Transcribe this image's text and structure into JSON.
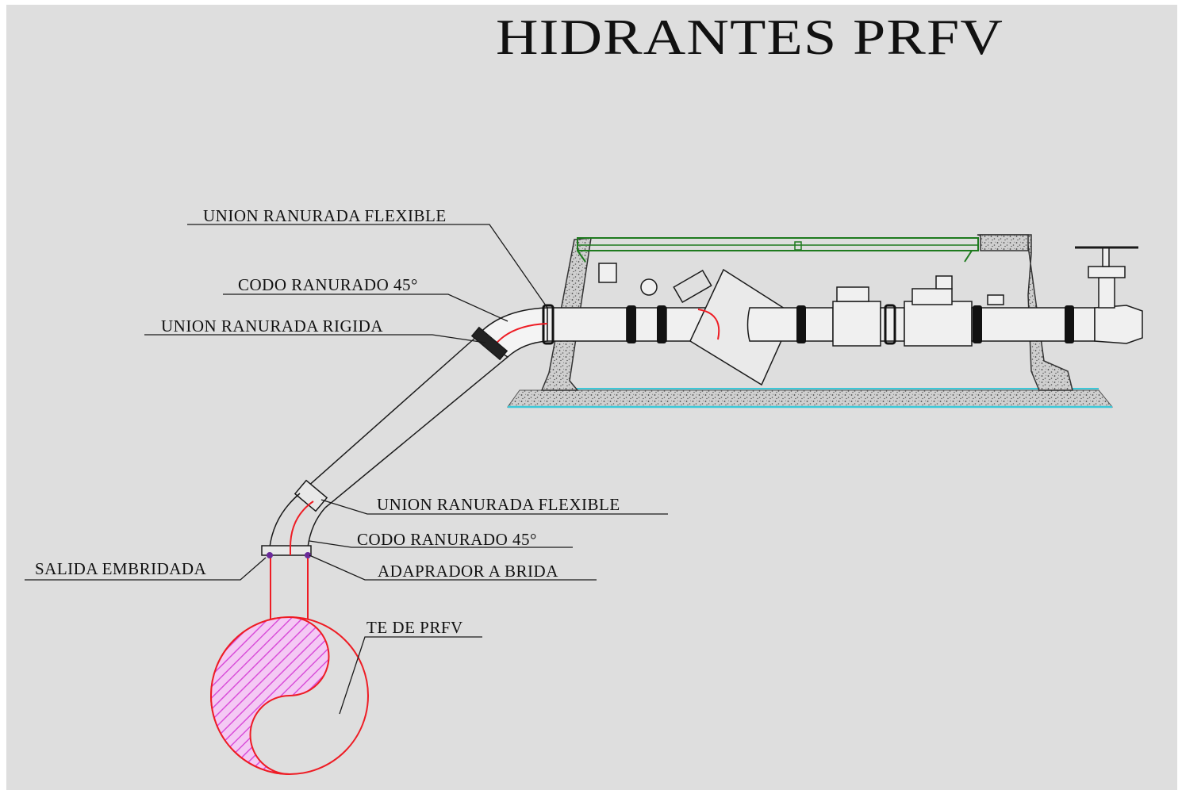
{
  "title": "HIDRANTES PRFV",
  "labels": {
    "union_flexible_top": "UNION RANURADA FLEXIBLE",
    "codo_45_top": "CODO RANURADO 45°",
    "union_rigida": "UNION RANURADA RIGIDA",
    "union_flexible_bottom": "UNION RANURADA FLEXIBLE",
    "codo_45_bottom": "CODO RANURADO 45°",
    "salida_embridada": "SALIDA EMBRIDADA",
    "adaptador_brida": "ADAPRADOR A BRIDA",
    "te_prfv": "TE DE PRFV"
  },
  "colors": {
    "background": "#dedede",
    "pipe_outline": "#1a1a1a",
    "red_line": "#ee1c24",
    "hatch": "#d94fd9",
    "concrete": "#9a9a9a",
    "slab_edge": "#3cc8d8",
    "green_bar": "#1e7a1e"
  }
}
